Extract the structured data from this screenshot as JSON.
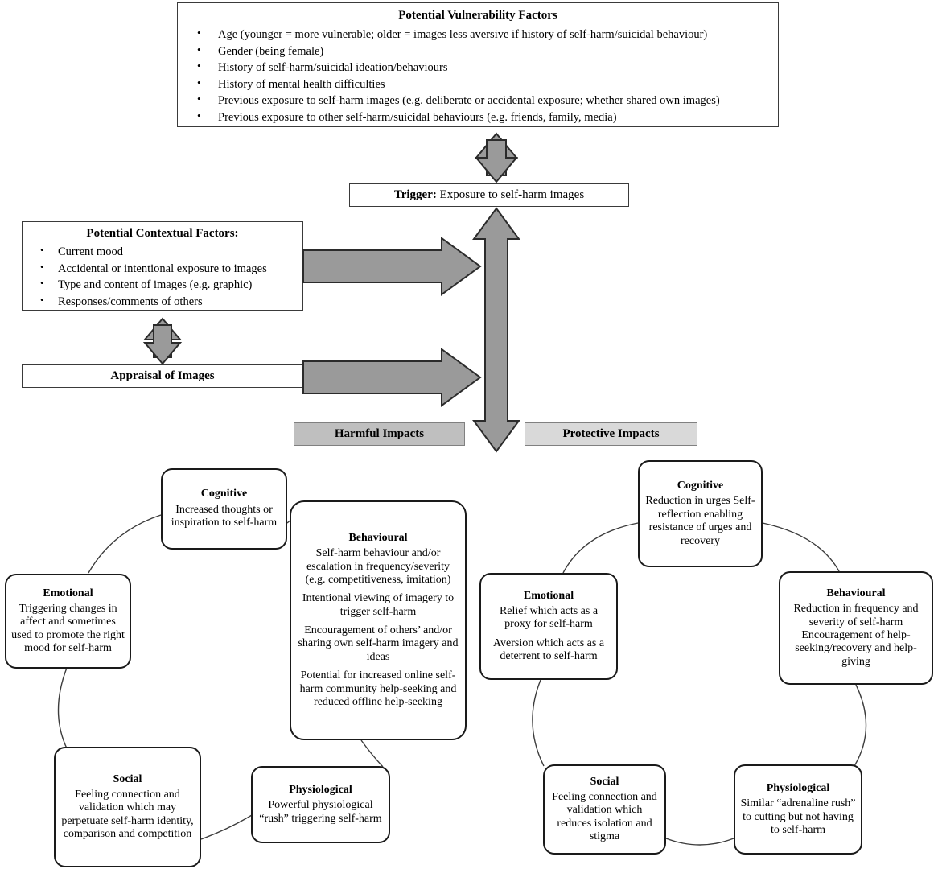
{
  "figure": {
    "title": "Model of the impacts of exposure to self-harm imagery",
    "colors": {
      "arrow_fill": "#9a9a9a",
      "arrow_stroke": "#2b2b2b",
      "harmful_chip": "#bfbfbf",
      "protective_chip": "#d9d9d9",
      "box_border": "#3a3a3a",
      "node_border": "#1a1a1a",
      "background": "#ffffff"
    }
  },
  "vulnerability": {
    "title": "Potential Vulnerability Factors",
    "bullets": [
      "Age (younger = more vulnerable; older = images less aversive if history of self-harm/suicidal behaviour)",
      "Gender (being female)",
      "History of self-harm/suicidal ideation/behaviours",
      "History of mental health difficulties",
      "Previous exposure to self-harm images (e.g. deliberate or accidental exposure; whether shared own images)",
      "Previous exposure to other self-harm/suicidal behaviours (e.g. friends, family, media)"
    ]
  },
  "trigger": {
    "label": "Trigger:",
    "text": "Exposure to self-harm images"
  },
  "contextual": {
    "title": "Potential Contextual Factors:",
    "bullets": [
      "Current mood",
      "Accidental or intentional exposure to images",
      "Type and content of images (e.g. graphic)",
      "Responses/comments of others"
    ]
  },
  "appraisal": {
    "title": "Appraisal of Images"
  },
  "impacts": {
    "harmful_label": "Harmful Impacts",
    "protective_label": "Protective Impacts"
  },
  "harmful_nodes": [
    {
      "id": "cognitive",
      "title": "Cognitive",
      "paragraphs": [
        "Increased thoughts or inspiration to self-harm"
      ]
    },
    {
      "id": "behavioural",
      "title": "Behavioural",
      "paragraphs": [
        "Self-harm behaviour and/or escalation in frequency/severity (e.g. competitiveness, imitation)",
        "Intentional viewing of imagery to trigger self-harm",
        "Encouragement of others’ and/or sharing own self-harm imagery and ideas",
        "Potential for increased online self-harm community help-seeking and reduced offline help-seeking"
      ]
    },
    {
      "id": "emotional",
      "title": "Emotional",
      "paragraphs": [
        "Triggering changes in affect and sometimes used to promote the right mood for self-harm"
      ]
    },
    {
      "id": "social",
      "title": "Social",
      "paragraphs": [
        "Feeling connection and validation which may perpetuate self-harm identity, comparison and competition"
      ]
    },
    {
      "id": "physiological",
      "title": "Physiological",
      "paragraphs": [
        "Powerful physiological “rush” triggering self-harm"
      ]
    }
  ],
  "protective_nodes": [
    {
      "id": "cognitive",
      "title": "Cognitive",
      "paragraphs": [
        "Reduction in urges Self-reflection enabling resistance of urges and recovery"
      ]
    },
    {
      "id": "behavioural",
      "title": "Behavioural",
      "paragraphs": [
        "Reduction in frequency and severity of self-harm Encouragement of help-seeking/recovery and help-giving"
      ]
    },
    {
      "id": "emotional",
      "title": "Emotional",
      "paragraphs": [
        "Relief which acts as a proxy for self-harm",
        "Aversion which acts as a deterrent to self-harm"
      ]
    },
    {
      "id": "social",
      "title": "Social",
      "paragraphs": [
        "Feeling connection and validation which reduces isolation and stigma"
      ]
    },
    {
      "id": "physiological",
      "title": "Physiological",
      "paragraphs": [
        "Similar “adrenaline rush” to cutting but not having to self-harm"
      ]
    }
  ]
}
